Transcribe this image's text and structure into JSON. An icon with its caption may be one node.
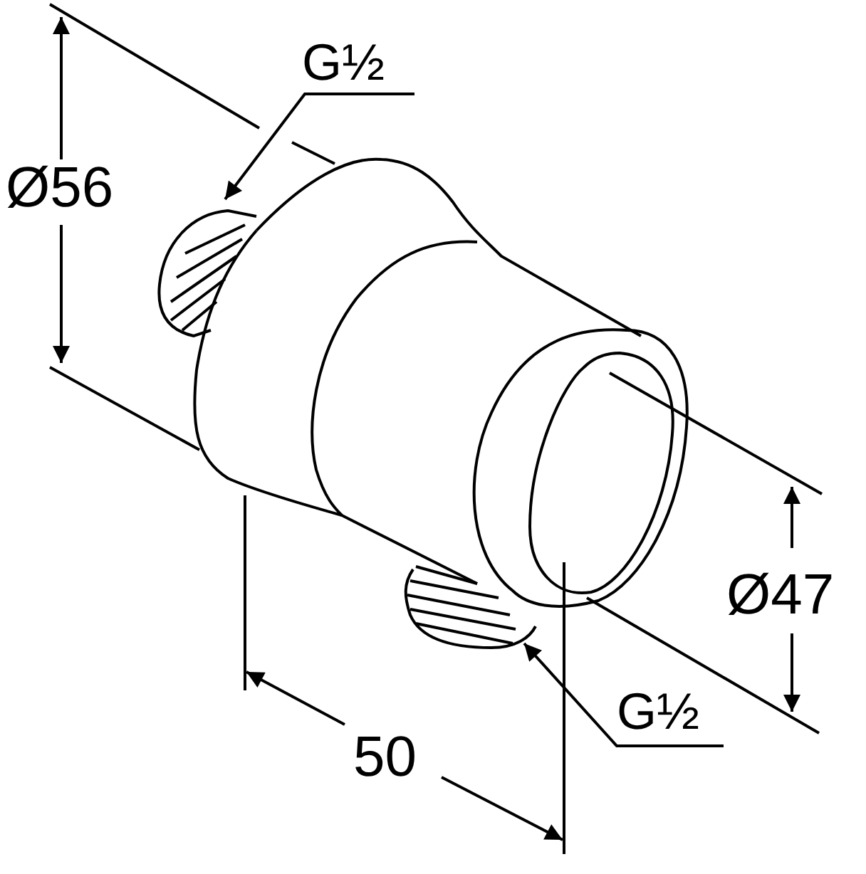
{
  "diagram": {
    "nodes": [
      {
        "text": [
          "G½"
        ]
      },
      {
        "text": [],
        "shape": "cylinder"
      },
      {
        "text": [
          "G½"
        ]
      },
      {
        "text": [],
        "shape": "cylinder"
      }
    ],
    "edges": [
      {
        "from": 0,
        "to": 1,
        "arrow": "to"
      },
      {
        "from": 2,
        "to": 3,
        "arrow": "to"
      }
    ],
    "labels": [
      "Ø56",
      "Ø47",
      "50"
    ]
  }
}
